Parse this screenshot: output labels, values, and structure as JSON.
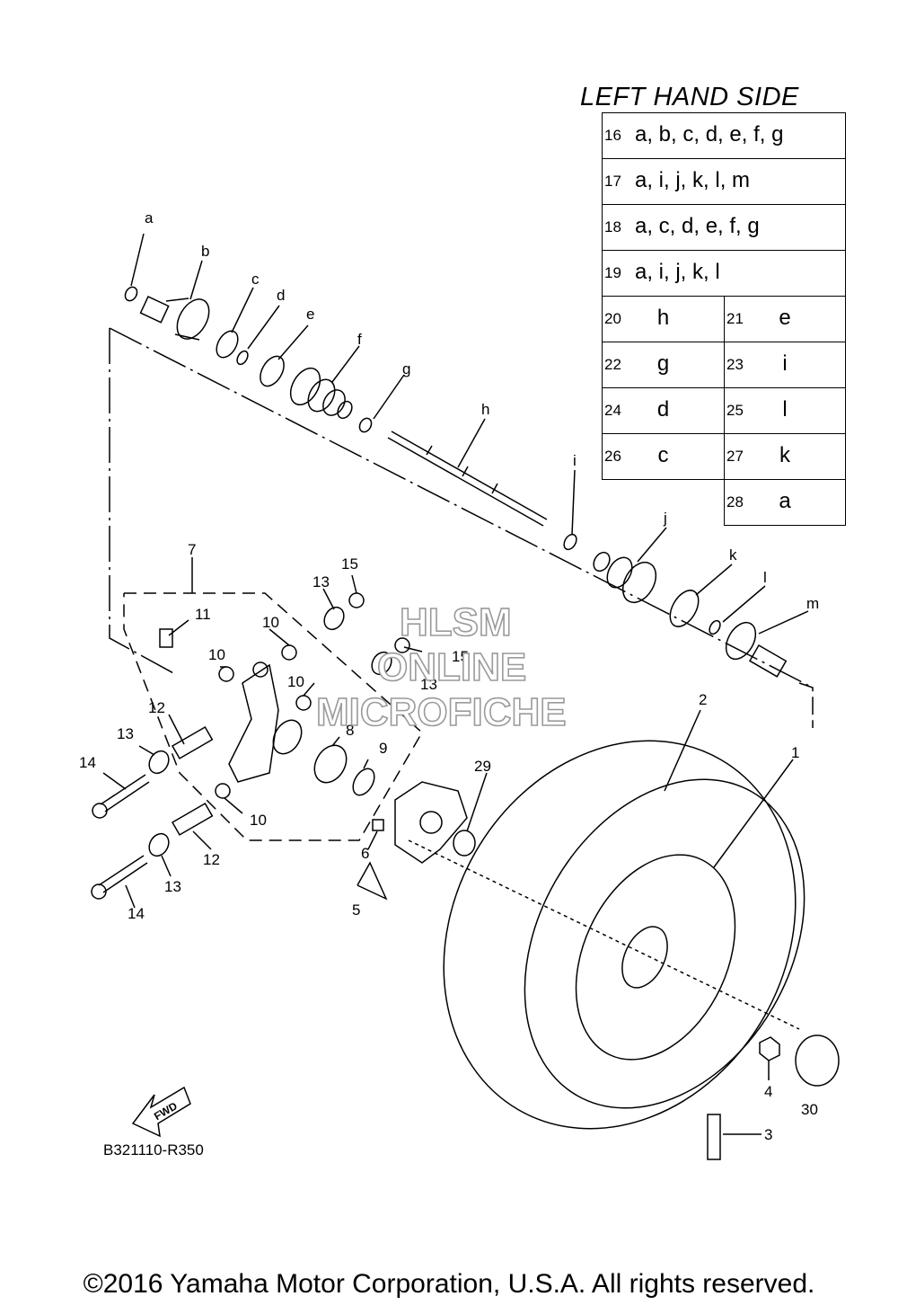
{
  "table": {
    "title": "LEFT HAND SIDE",
    "rows": [
      {
        "num": "16",
        "letters": "a, b, c, d, e, f, g"
      },
      {
        "num": "17",
        "letters": "a, i, j, k, l, m"
      },
      {
        "num": "18",
        "letters": "a, c, d, e, f, g"
      },
      {
        "num": "19",
        "letters": "a, i, j, k, l"
      }
    ],
    "pairs": [
      {
        "left_num": "20",
        "left_val": "h",
        "right_num": "21",
        "right_val": "e"
      },
      {
        "left_num": "22",
        "left_val": "g",
        "right_num": "23",
        "right_val": "i"
      },
      {
        "left_num": "24",
        "left_val": "d",
        "right_num": "25",
        "right_val": "l"
      },
      {
        "left_num": "26",
        "left_val": "c",
        "right_num": "27",
        "right_val": "k"
      }
    ],
    "last": {
      "num": "28",
      "val": "a"
    }
  },
  "labels": {
    "a": "a",
    "b": "b",
    "c": "c",
    "d": "d",
    "e": "e",
    "f": "f",
    "g": "g",
    "h": "h",
    "i": "i",
    "j": "j",
    "k": "k",
    "l": "l",
    "m": "m",
    "n1": "1",
    "n2": "2",
    "n3": "3",
    "n4": "4",
    "n5": "5",
    "n6": "6",
    "n7": "7",
    "n8": "8",
    "n9": "9",
    "n10a": "10",
    "n10b": "10",
    "n10c": "10",
    "n10d": "10",
    "n11": "11",
    "n12a": "12",
    "n12b": "12",
    "n13a": "13",
    "n13b": "13",
    "n13c": "13",
    "n13d": "13",
    "n14a": "14",
    "n14b": "14",
    "n15a": "15",
    "n15b": "15",
    "n29": "29",
    "n30": "30"
  },
  "fwd": "FWD",
  "drawing_code": "B321110-R350",
  "watermark": {
    "line1": "HLSM",
    "line2": "ONLINE",
    "line3": "MICROFICHE"
  },
  "copyright": "©2016 Yamaha Motor Corporation, U.S.A. All rights reserved."
}
